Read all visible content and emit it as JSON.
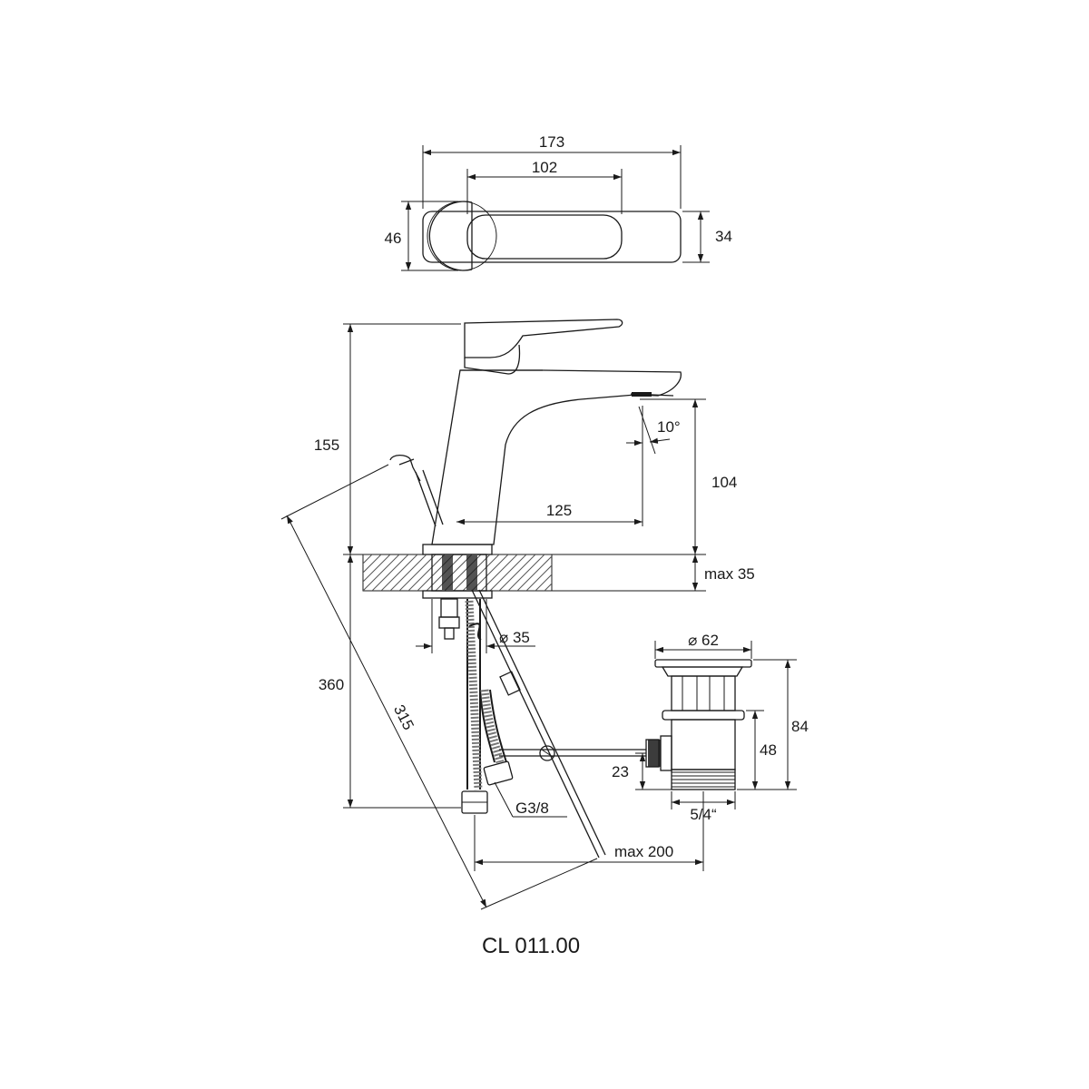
{
  "dimensions": {
    "top_width_total": "173",
    "top_width_lever": "102",
    "top_height_left": "46",
    "top_height_right": "34",
    "height_total": "155",
    "spout_height": "104",
    "spout_angle": "10°",
    "spout_reach": "125",
    "max_thickness": "max 35",
    "hole_diameter": "⌀ 35",
    "hose_length": "360",
    "rod_length": "315",
    "hose_thread": "G3/8",
    "max_reach_rod": "max 200",
    "waste_diameter": "⌀ 62",
    "waste_height": "84",
    "waste_thread_height": "48",
    "waste_outlet_height": "23",
    "waste_thread": "5/4“"
  },
  "product_code": "CL 011.00"
}
